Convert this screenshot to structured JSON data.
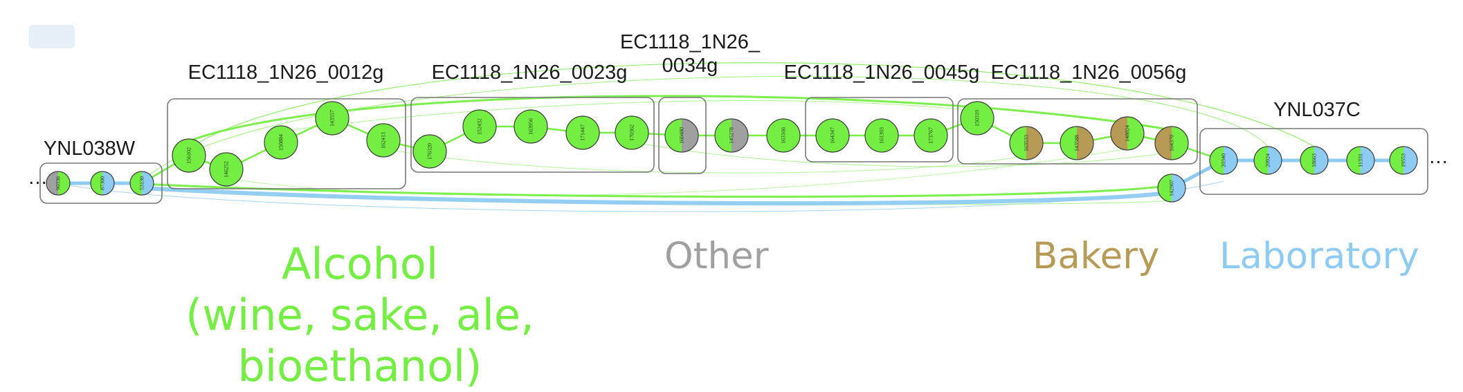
{
  "colors": {
    "alcohol": "#75ee43",
    "other": "#a0a0a0",
    "bakery": "#b79a56",
    "laboratory": "#8ecbf2",
    "group_border": "#777777"
  },
  "groups": [
    {
      "label": "YNL038W",
      "label_lines": [
        "YNL038W"
      ]
    },
    {
      "label": "EC1118_1N26_0012g",
      "label_lines": [
        "EC1118_1N26_0012g"
      ]
    },
    {
      "label": "EC1118_1N26_0023g",
      "label_lines": [
        "EC1118_1N26_0023g"
      ]
    },
    {
      "label": "EC1118_1N26_0034g",
      "label_lines": [
        "EC1118_1N26_",
        "0034g"
      ]
    },
    {
      "label": "EC1118_1N26_0045g",
      "label_lines": [
        "EC1118_1N26_0045g"
      ]
    },
    {
      "label": "EC1118_1N26_0056g",
      "label_lines": [
        "EC1118_1N26_0056g"
      ]
    },
    {
      "label": "YNL037C",
      "label_lines": [
        "YNL037C"
      ]
    }
  ],
  "nodes": [
    {
      "id": "90336",
      "group": 0,
      "colors": [
        "other",
        "alcohol"
      ]
    },
    {
      "id": "87300",
      "group": 0,
      "colors": [
        "alcohol",
        "laboratory"
      ]
    },
    {
      "id": "53130",
      "group": 0,
      "colors": [
        "alcohol",
        "laboratory"
      ]
    },
    {
      "id": "156102",
      "group": 1,
      "colors": [
        "alcohol"
      ]
    },
    {
      "id": "146252",
      "group": 1,
      "colors": [
        "alcohol"
      ]
    },
    {
      "id": "150884",
      "group": 1,
      "colors": [
        "alcohol"
      ]
    },
    {
      "id": "143557",
      "group": 1,
      "colors": [
        "alcohol"
      ]
    },
    {
      "id": "162413",
      "group": 1,
      "colors": [
        "alcohol"
      ]
    },
    {
      "id": "176320",
      "group": 2,
      "colors": [
        "alcohol"
      ]
    },
    {
      "id": "152432",
      "group": 2,
      "colors": [
        "alcohol"
      ]
    },
    {
      "id": "163956",
      "group": 2,
      "colors": [
        "alcohol"
      ]
    },
    {
      "id": "171447",
      "group": 2,
      "colors": [
        "alcohol"
      ]
    },
    {
      "id": "170362",
      "group": 2,
      "colors": [
        "alcohol"
      ]
    },
    {
      "id": "160480",
      "group": 3,
      "colors": [
        "alcohol",
        "other"
      ]
    },
    {
      "id": "145278",
      "group": null,
      "colors": [
        "alcohol",
        "other"
      ]
    },
    {
      "id": "163166",
      "group": null,
      "colors": [
        "alcohol"
      ]
    },
    {
      "id": "164347",
      "group": 4,
      "colors": [
        "alcohol"
      ]
    },
    {
      "id": "161393",
      "group": 4,
      "colors": [
        "alcohol"
      ]
    },
    {
      "id": "173767",
      "group": 4,
      "colors": [
        "alcohol"
      ]
    },
    {
      "id": "150319",
      "group": 5,
      "colors": [
        "alcohol"
      ]
    },
    {
      "id": "163533",
      "group": 5,
      "colors": [
        "alcohol",
        "bakery"
      ]
    },
    {
      "id": "143588",
      "group": 5,
      "colors": [
        "alcohol",
        "bakery"
      ]
    },
    {
      "id": "148024",
      "group": 5,
      "colors": [
        "bakery",
        "alcohol"
      ]
    },
    {
      "id": "164370",
      "group": 5,
      "colors": [
        "bakery",
        "alcohol"
      ]
    },
    {
      "id": "142907",
      "group": null,
      "colors": [
        "alcohol",
        "laboratory"
      ]
    },
    {
      "id": "20340",
      "group": 6,
      "colors": [
        "alcohol",
        "laboratory"
      ]
    },
    {
      "id": "20924",
      "group": 6,
      "colors": [
        "alcohol",
        "laboratory"
      ]
    },
    {
      "id": "18663",
      "group": 6,
      "colors": [
        "alcohol",
        "laboratory"
      ]
    },
    {
      "id": "11331",
      "group": 6,
      "colors": [
        "alcohol",
        "laboratory"
      ]
    },
    {
      "id": "19553",
      "group": 6,
      "colors": [
        "alcohol",
        "laboratory"
      ]
    }
  ],
  "ellipsis_left": "…",
  "ellipsis_right": "…",
  "legend": {
    "alcohol_line1": "Alcohol",
    "alcohol_line2": "(wine, sake, ale, bioethanol)",
    "other": "Other",
    "bakery": "Bakery",
    "laboratory": "Laboratory"
  }
}
